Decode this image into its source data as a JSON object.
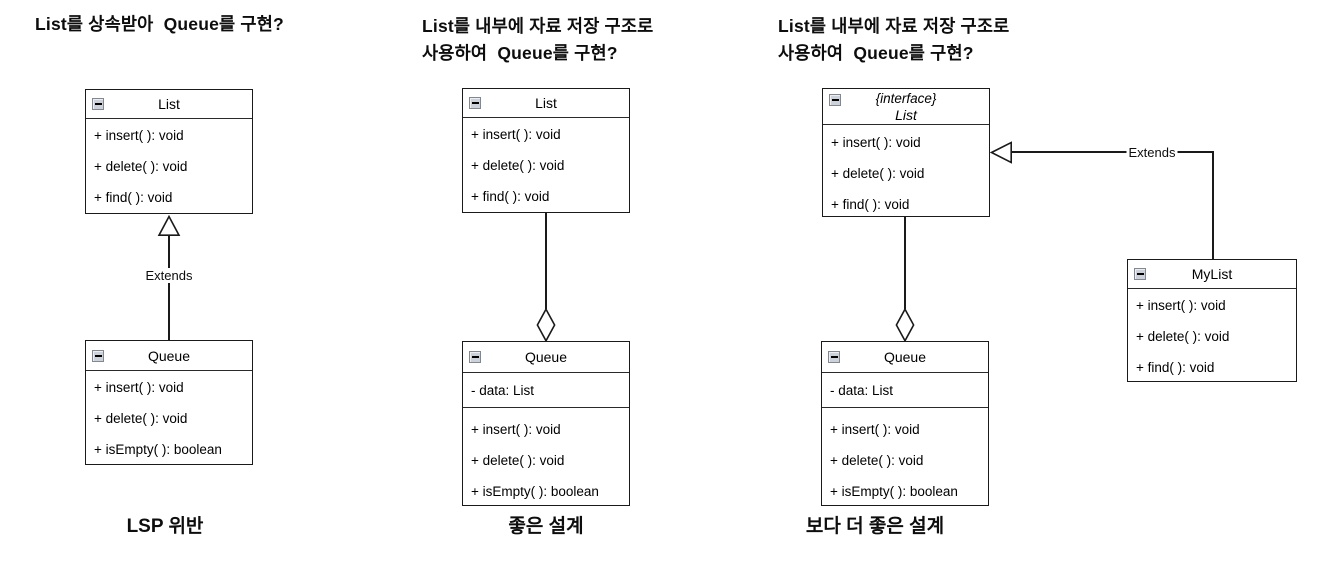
{
  "colors": {
    "background": "#ffffff",
    "line": "#1a1a1a",
    "text": "#000000",
    "collapse_icon_bg": "#cdd1da"
  },
  "diagrams": [
    {
      "title": "List를 상속받아  Queue를 구현?",
      "caption": "LSP 위반",
      "relation_label": "Extends",
      "relation_type": "generalization",
      "classes": [
        {
          "name": "List",
          "methods": [
            "+ insert( ): void",
            "+ delete( ): void",
            "+ find( ): void"
          ]
        },
        {
          "name": "Queue",
          "methods": [
            "+ insert( ): void",
            "+ delete( ): void",
            "+ isEmpty( ): boolean"
          ]
        }
      ]
    },
    {
      "title": "List를 내부에 자료 저장 구조로\n사용하여  Queue를 구현?",
      "caption": "좋은 설계",
      "relation_type": "aggregation",
      "classes": [
        {
          "name": "List",
          "methods": [
            "+ insert( ): void",
            "+ delete( ): void",
            "+ find( ): void"
          ]
        },
        {
          "name": "Queue",
          "attributes": [
            "- data: List"
          ],
          "methods": [
            "+ insert( ): void",
            "+ delete( ): void",
            "+ isEmpty( ): boolean"
          ]
        }
      ]
    },
    {
      "title": "List를 내부에 자료 저장 구조로\n사용하여  Queue를 구현?",
      "caption": "보다 더 좋은 설계",
      "relation_label": "Extends",
      "relation_type": "aggregation-and-generalization",
      "classes": [
        {
          "stereotype": "{interface}",
          "name": "List",
          "methods": [
            "+ insert( ): void",
            "+ delete( ): void",
            "+ find( ): void"
          ]
        },
        {
          "name": "Queue",
          "attributes": [
            "- data: List"
          ],
          "methods": [
            "+ insert( ): void",
            "+ delete( ): void",
            "+ isEmpty( ): boolean"
          ]
        },
        {
          "name": "MyList",
          "methods": [
            "+ insert( ): void",
            "+ delete( ): void",
            "+ find( ): void"
          ]
        }
      ]
    }
  ]
}
